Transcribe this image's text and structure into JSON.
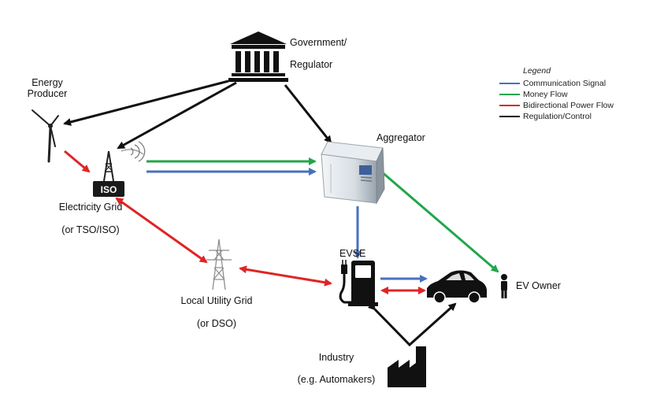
{
  "colors": {
    "communication": "#4a6fc0",
    "money": "#22a64a",
    "power": "#e02424",
    "regulation": "#111111"
  },
  "nodes": {
    "government": {
      "line1": "Government/",
      "line2": "Regulator",
      "icon": "government-building-icon"
    },
    "energy_producer": {
      "line1": "Energy",
      "line2": "Producer",
      "icon": "wind-turbine-icon"
    },
    "iso": {
      "badge": "ISO",
      "line1": "Electricity Grid",
      "line2": "(or TSO/ISO)",
      "icon": "transmission-tower-icon"
    },
    "aggregator": {
      "label": "Aggregator",
      "icon": "server-cabinet-icon"
    },
    "evse": {
      "label": "EVSE",
      "icon": "charging-station-icon"
    },
    "ev_owner": {
      "label": "EV Owner",
      "icon": "person-icon"
    },
    "car": {
      "icon": "car-icon"
    },
    "local_grid": {
      "line1": "Local Utility Grid",
      "line2": "(or DSO)",
      "icon": "power-pylon-icon"
    },
    "industry": {
      "line1": "Industry",
      "line2": "(e.g. Automakers)",
      "icon": "factory-icon"
    }
  },
  "legend": {
    "title": "Legend",
    "items": [
      {
        "label": "Communication Signal",
        "color": "#4a6fc0"
      },
      {
        "label": "Money Flow",
        "color": "#22a64a"
      },
      {
        "label": "Bidirectional Power Flow",
        "color": "#e02424"
      },
      {
        "label": "Regulation/Control",
        "color": "#111111"
      }
    ]
  }
}
